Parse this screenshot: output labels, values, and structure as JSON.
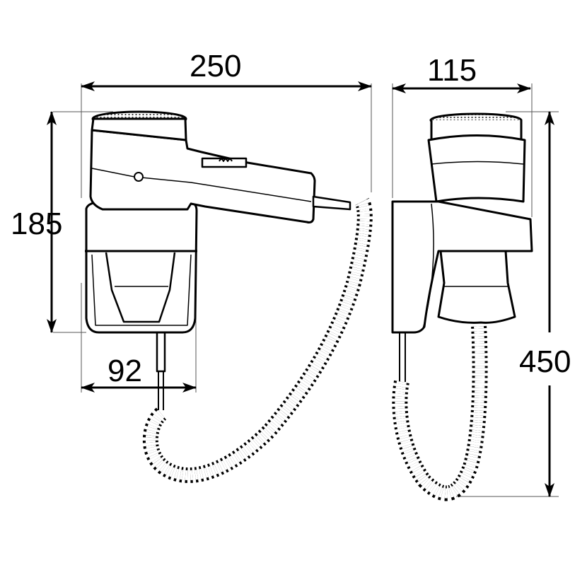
{
  "diagram": {
    "subject": "Wall-mounted hair dryer with holder and coiled cord",
    "views": [
      "side-view",
      "front-view"
    ],
    "dimensions": {
      "width_total": "250",
      "depth": "115",
      "height_dryer": "185",
      "holder_width": "92",
      "height_total": "450"
    },
    "units": "mm"
  }
}
